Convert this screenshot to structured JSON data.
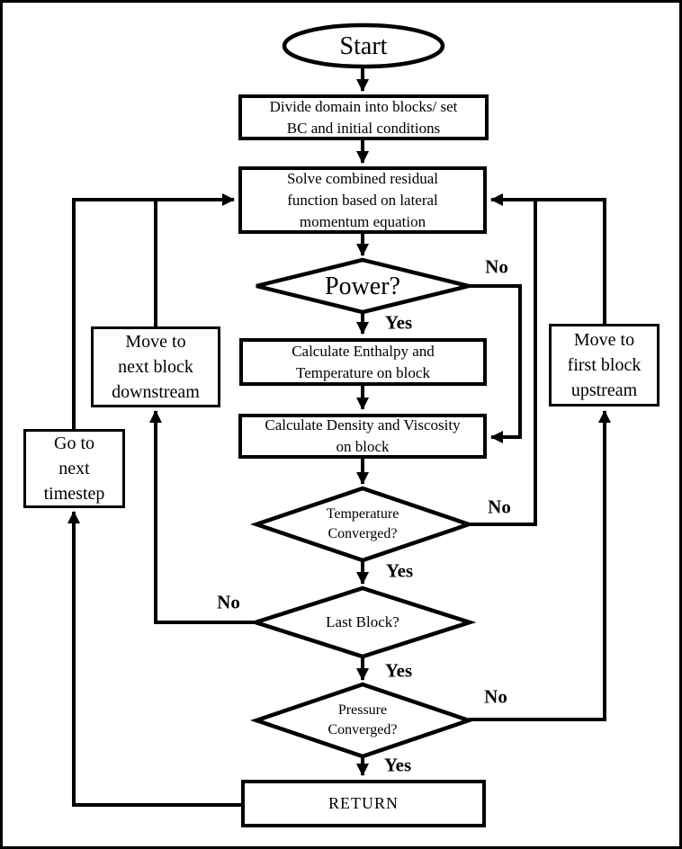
{
  "title": "Flowchart: block-wise solution algorithm",
  "colors": {
    "ink": "#000000",
    "background": "#ffffff"
  },
  "nodes": {
    "start": {
      "label": "Start"
    },
    "divide": {
      "line1": "Divide domain into blocks/ set",
      "line2": "BC and initial conditions"
    },
    "solve": {
      "line1": "Solve combined residual",
      "line2": "function based on lateral",
      "line3": "momentum equation"
    },
    "power": {
      "label": "Power?"
    },
    "enthalpy": {
      "line1": "Calculate Enthalpy and",
      "line2": "Temperature on block"
    },
    "density": {
      "line1": "Calculate Density and Viscosity",
      "line2": "on block"
    },
    "temp_conv": {
      "line1": "Temperature",
      "line2": "Converged?"
    },
    "last_block": {
      "label": "Last Block?"
    },
    "pressure_conv": {
      "line1": "Pressure",
      "line2": "Converged?"
    },
    "return": {
      "label": "RETURN"
    },
    "downstream": {
      "line1": "Move to",
      "line2": "next block",
      "line3": "downstream"
    },
    "timestep": {
      "line1": "Go to",
      "line2": "next",
      "line3": "timestep"
    },
    "upstream": {
      "line1": "Move to",
      "line2": "first block",
      "line3": "upstream"
    }
  },
  "edge_labels": {
    "power_no": "No",
    "power_yes": "Yes",
    "temp_no": "No",
    "temp_yes": "Yes",
    "last_no": "No",
    "last_yes": "Yes",
    "pressure_no": "No",
    "pressure_yes": "Yes"
  }
}
